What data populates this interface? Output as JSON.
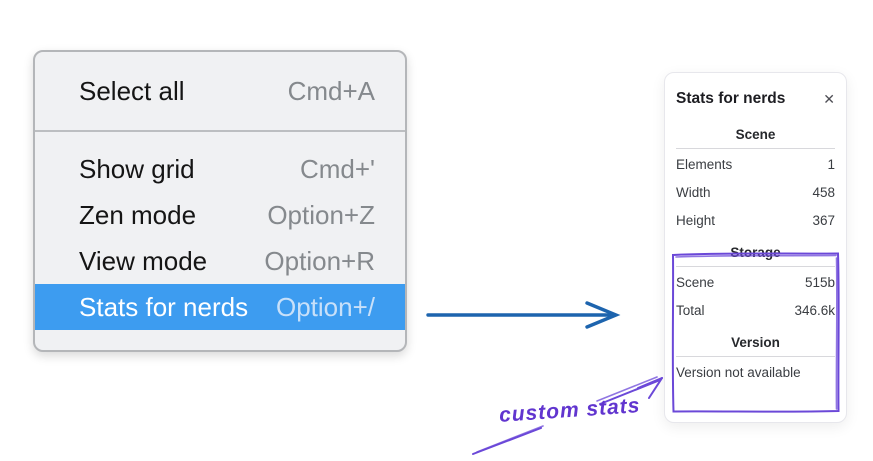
{
  "menu": {
    "items": [
      {
        "label": "Select all",
        "shortcut": "Cmd+A",
        "highlighted": false
      },
      {
        "label": "Show grid",
        "shortcut": "Cmd+'",
        "highlighted": false
      },
      {
        "label": "Zen mode",
        "shortcut": "Option+Z",
        "highlighted": false
      },
      {
        "label": "View mode",
        "shortcut": "Option+R",
        "highlighted": false
      },
      {
        "label": "Stats for nerds",
        "shortcut": "Option+/",
        "highlighted": true
      }
    ]
  },
  "panel": {
    "title": "Stats for nerds",
    "close_icon": "✕",
    "scene": {
      "header": "Scene",
      "rows": [
        {
          "label": "Elements",
          "value": "1"
        },
        {
          "label": "Width",
          "value": "458"
        },
        {
          "label": "Height",
          "value": "367"
        }
      ]
    },
    "storage": {
      "header": "Storage",
      "rows": [
        {
          "label": "Scene",
          "value": "515b"
        },
        {
          "label": "Total",
          "value": "346.6k"
        }
      ]
    },
    "version": {
      "header": "Version",
      "message": "Version not available"
    }
  },
  "annotation": {
    "label": "custom stats"
  },
  "colors": {
    "highlight": "#3d9cf0",
    "arrow_blue": "#1d64ae",
    "purple": "#6b48d8",
    "purple_text": "#6135cf"
  }
}
